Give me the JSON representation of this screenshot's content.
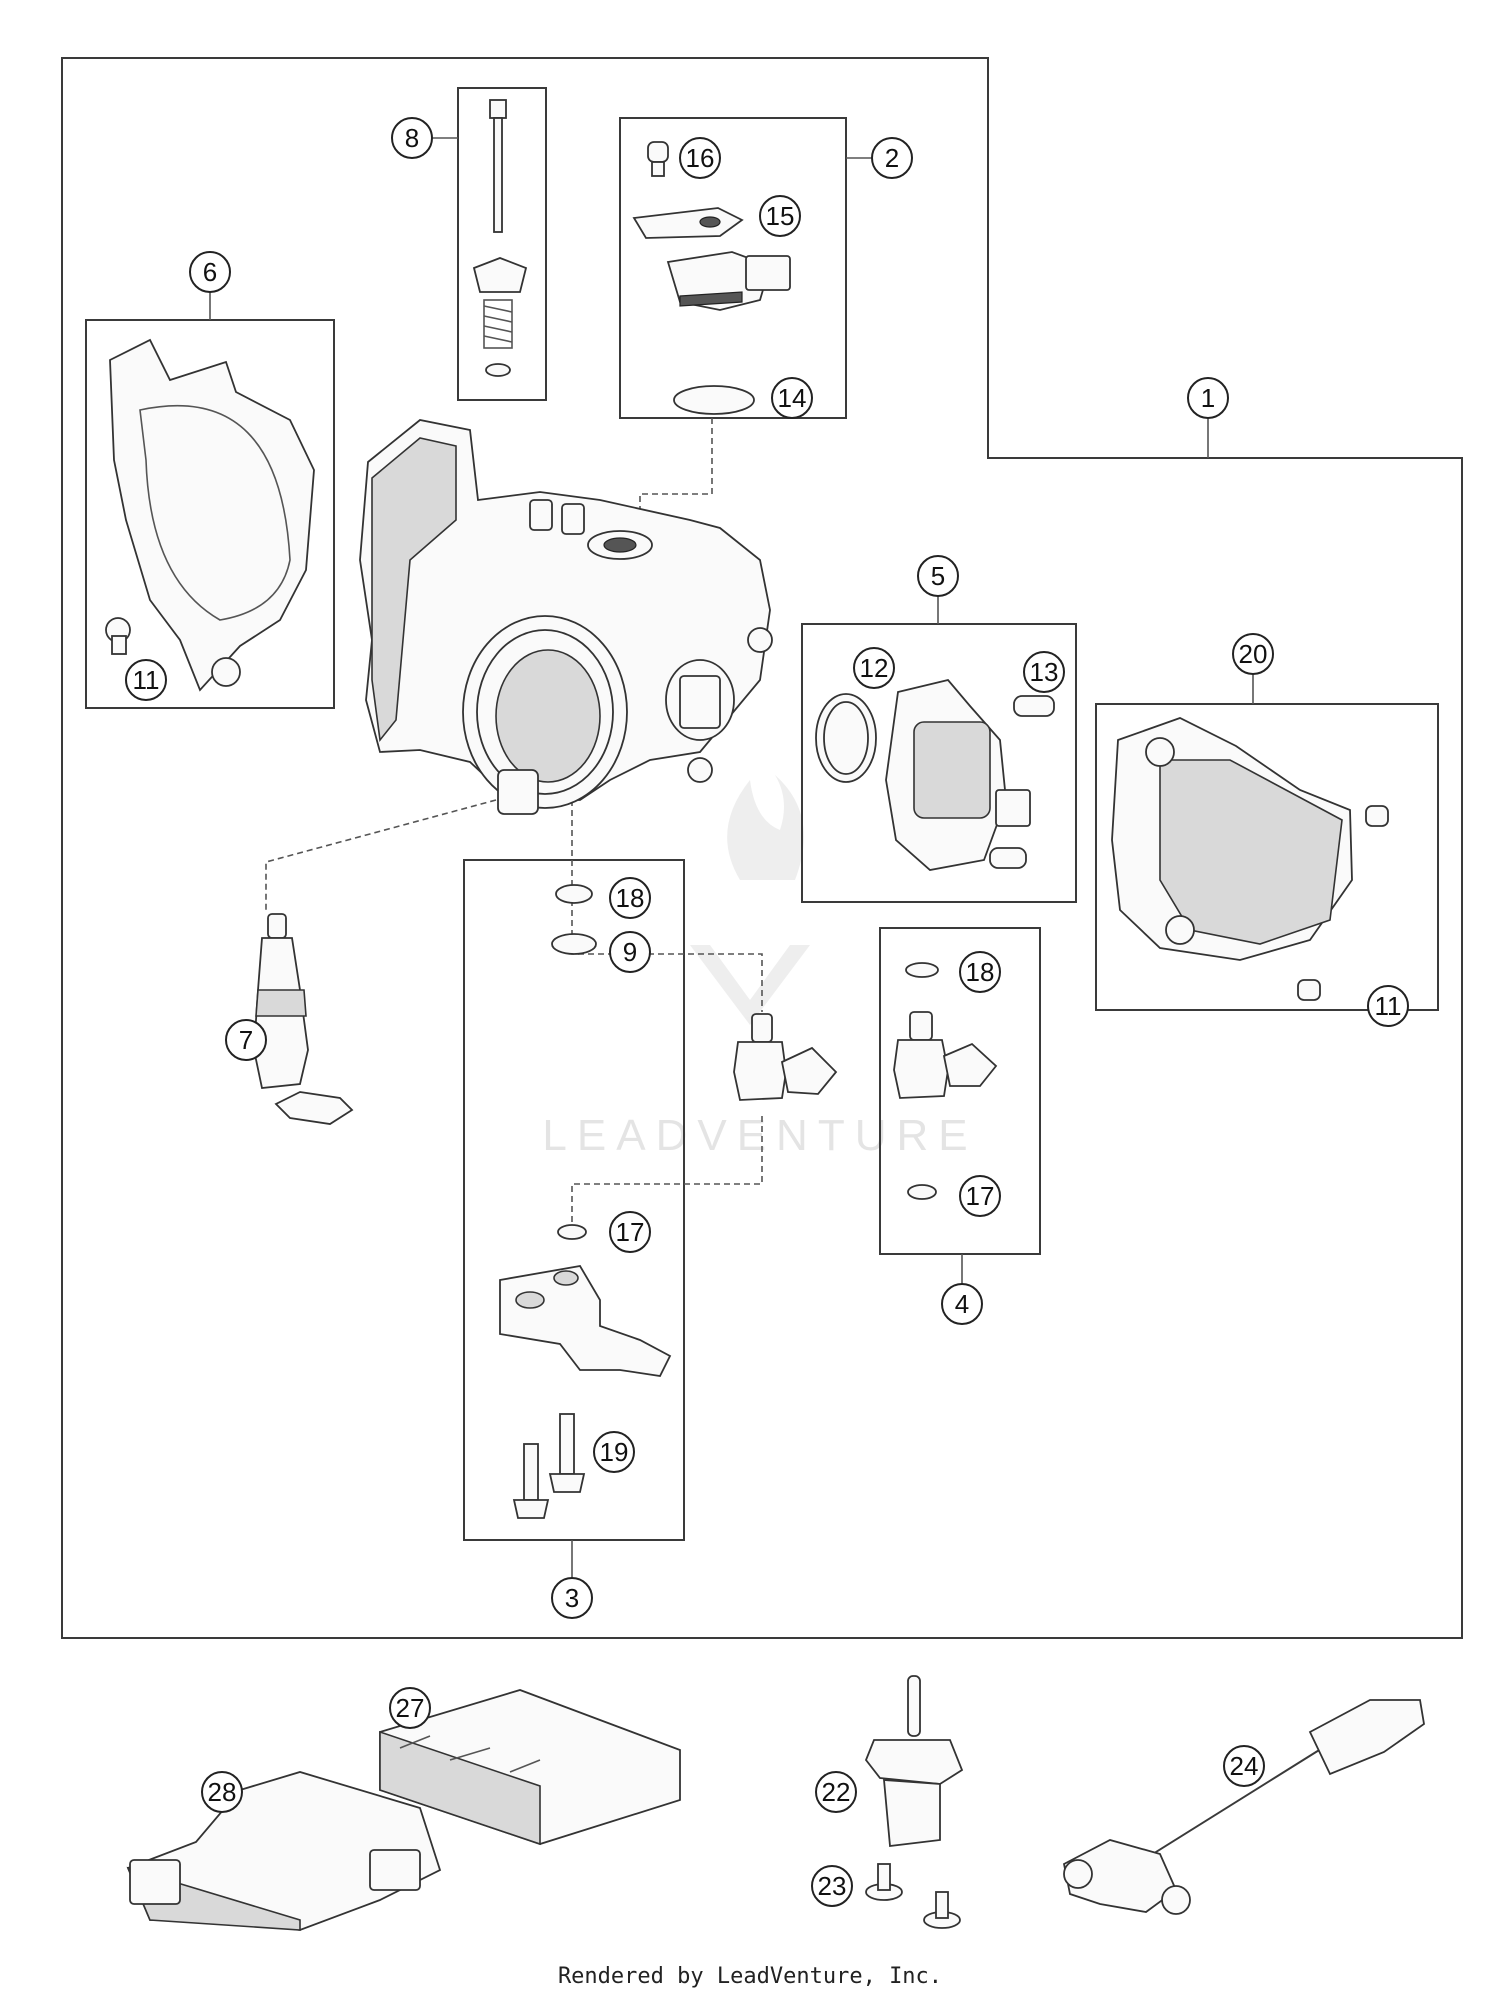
{
  "diagram": {
    "watermark": "LEADVENTURE",
    "callouts": [
      {
        "id": "c1",
        "label": "1"
      },
      {
        "id": "c2",
        "label": "2"
      },
      {
        "id": "c3",
        "label": "3"
      },
      {
        "id": "c4",
        "label": "4"
      },
      {
        "id": "c5",
        "label": "5"
      },
      {
        "id": "c6",
        "label": "6"
      },
      {
        "id": "c7",
        "label": "7"
      },
      {
        "id": "c8",
        "label": "8"
      },
      {
        "id": "c9",
        "label": "9"
      },
      {
        "id": "c11a",
        "label": "11"
      },
      {
        "id": "c11b",
        "label": "11"
      },
      {
        "id": "c12",
        "label": "12"
      },
      {
        "id": "c13",
        "label": "13"
      },
      {
        "id": "c14",
        "label": "14"
      },
      {
        "id": "c15",
        "label": "15"
      },
      {
        "id": "c16",
        "label": "16"
      },
      {
        "id": "c17a",
        "label": "17"
      },
      {
        "id": "c17b",
        "label": "17"
      },
      {
        "id": "c18a",
        "label": "18"
      },
      {
        "id": "c18b",
        "label": "18"
      },
      {
        "id": "c19",
        "label": "19"
      },
      {
        "id": "c20",
        "label": "20"
      },
      {
        "id": "c22",
        "label": "22"
      },
      {
        "id": "c23",
        "label": "23"
      },
      {
        "id": "c24",
        "label": "24"
      },
      {
        "id": "c27",
        "label": "27"
      },
      {
        "id": "c28",
        "label": "28"
      }
    ]
  },
  "footer": {
    "text": "Rendered by LeadVenture, Inc."
  }
}
